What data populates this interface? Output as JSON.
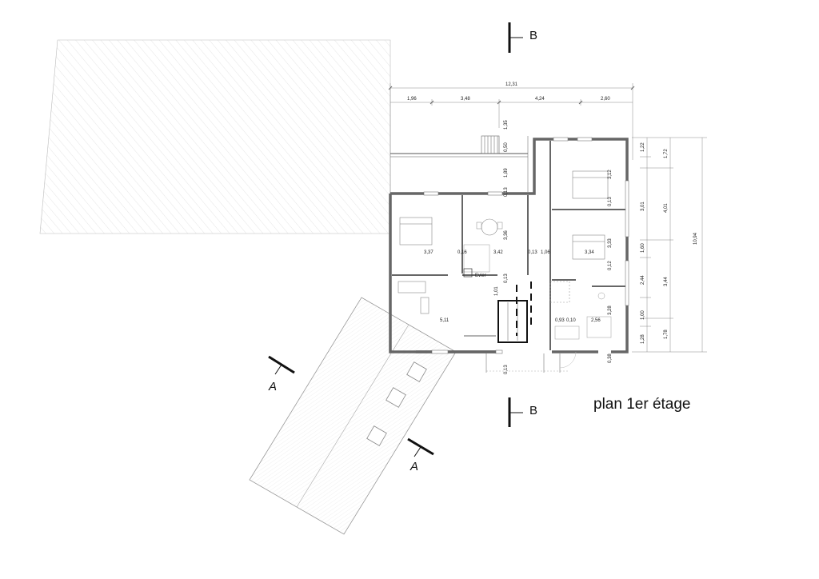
{
  "title": "plan 1er étage",
  "section_labels": {
    "b_top": "B",
    "b_bottom": "B",
    "a_left": "A",
    "a_right": "A"
  },
  "dimensions_top": {
    "overall": "12,31",
    "segments": [
      "1,96",
      "3,48",
      "4,24",
      "2,60"
    ]
  },
  "dimensions_right": {
    "overall": "10,94",
    "outer": [
      "1,72",
      "4,01",
      "3,44",
      "1,78"
    ],
    "inner": [
      "1,22",
      "3,01",
      "1,60",
      "2,44",
      "1,00",
      "1,28"
    ],
    "bottom_offset": "0,38"
  },
  "room_dimensions": {
    "bedroom1_width": "3,37",
    "wall_thickness_a": "0,16",
    "room2_width": "3,42",
    "room2_height": "3,36",
    "wall_thickness_b": "0,13",
    "corridor_width": "1,06",
    "bedroom3_width": "3,34",
    "living_width": "5,11",
    "bath_width_a": "0,93",
    "bath_width_b": "0,10",
    "bath_width_c": "2,56",
    "bath_height": "3,28",
    "bedroom4_height": "3,12",
    "wall_c": "0,13",
    "bedroom3_height": "3,33",
    "wall_d": "0,12",
    "stair_top": "1,35",
    "stair_mid": "0,50",
    "stair_low": "1,89",
    "stair_wall": "0,13",
    "corr_v1": "0,13",
    "corr_v2": "1,01",
    "bottom_wall": "0,13"
  },
  "annotations": {
    "fixture": "Evier"
  }
}
